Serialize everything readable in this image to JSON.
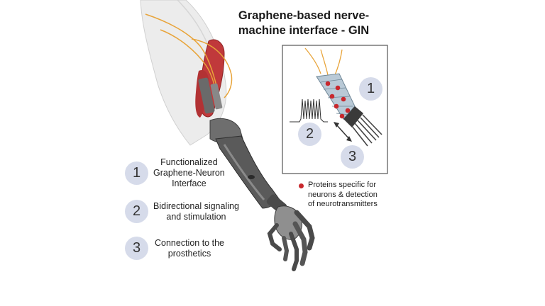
{
  "title": {
    "line1": "Graphene-based nerve-",
    "line2": "machine interface - GIN"
  },
  "legend": [
    {
      "number": "1",
      "lines": [
        "Functionalized",
        "Graphene-Neuron",
        "Interface"
      ]
    },
    {
      "number": "2",
      "lines": [
        "Bidirectional signaling",
        "and stimulation"
      ]
    },
    {
      "number": "3",
      "lines": [
        "Connection to the",
        "prosthetics"
      ]
    }
  ],
  "inset": {
    "labels": [
      "1",
      "2",
      "3"
    ],
    "protein_note": [
      "Proteins specific for",
      "neurons &  detection",
      "of neurotransmitters"
    ]
  },
  "colors": {
    "number_circle": "#d6dbea",
    "protein_dot": "#c8282d",
    "nerve": "#e8a43a",
    "muscle": "#c0393b",
    "prosthetic": "#5a5a5a",
    "skin": "#e6e6e6"
  }
}
